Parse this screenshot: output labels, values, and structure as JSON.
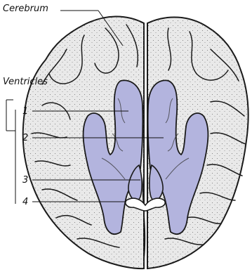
{
  "labels": {
    "cerebrum": "Cerebrum",
    "ventricles": "Ventricles",
    "items": [
      "1",
      "2",
      "3",
      "4"
    ]
  },
  "colors": {
    "brain_fill": "#e9e9e9",
    "brain_stroke": "#1a1a1a",
    "ventricle_fill": "#b3b4de",
    "leader": "#111111"
  }
}
